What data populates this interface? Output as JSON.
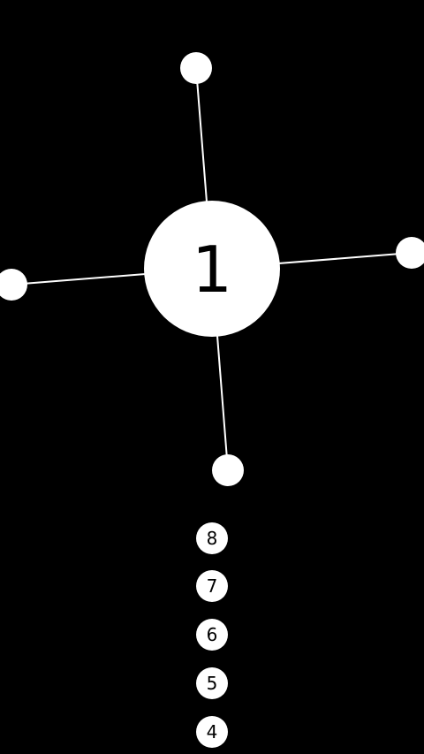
{
  "game": {
    "level": "1",
    "pins_on_target": 4,
    "queue": [
      "8",
      "7",
      "6",
      "5",
      "4"
    ]
  },
  "colors": {
    "background": "#000000",
    "foreground": "#ffffff",
    "text": "#000000"
  }
}
